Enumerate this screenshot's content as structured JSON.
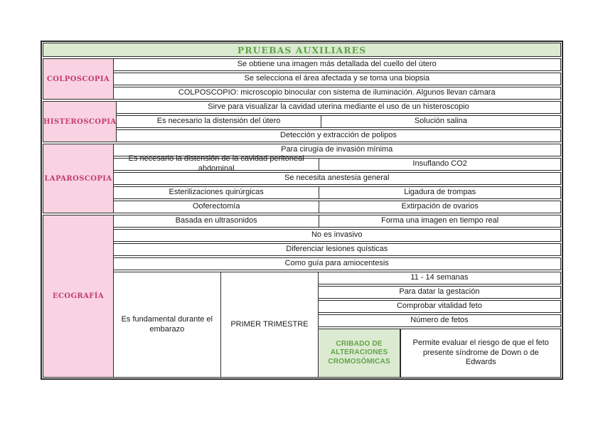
{
  "title": "PRUEBAS AUXILIARES",
  "colors": {
    "header_bg": "#dcead2",
    "header_text": "#5fa546",
    "label_bg": "#f9d3e1",
    "label_text": "#c43c6d",
    "green_cell_bg": "#dcead2",
    "green_cell_text": "#5fa546",
    "border": "#2b2b2b",
    "cell_text": "#1a1a1a",
    "page_bg": "#ffffff"
  },
  "colposcopia": {
    "label": "COLPOSCOPIA",
    "row1": "Se obtiene una imagen más detallada del cuello del útero",
    "row2": "Se selecciona el área afectada y se toma una biopsia",
    "row3": "COLPOSCOPIO: microscopio binocular con sistema de iluminación. Algunos llevan cámara"
  },
  "histeroscopia": {
    "label": "HISTEROSCOPIA",
    "row1": "Sirve para visualizar la cavidad uterina mediante el uso de un histeroscopio",
    "row2_left": "Es necesario la distensión del útero",
    "row2_right": "Solución salina",
    "row3": "Detección y extracción de polipos"
  },
  "laparoscopia": {
    "label": "LAPAROSCOPIA",
    "row1": "Para cirugía de invasión mínima",
    "row2_left": "Es necesario la distensión de la cavidad peritoneal abdominal",
    "row2_right": "Insuflando CO2",
    "row3": "Se necesita anestesia general",
    "row4_left": "Esterilizaciones quirúrgicas",
    "row4_right": "Ligadura de trompas",
    "row5_left": "Ooferectomía",
    "row5_right": "Extirpación de ovarios"
  },
  "ecografia": {
    "label": "ECOGRAFÍA",
    "row1_left": "Basada en ultrasonidos",
    "row1_right": "Forma una imagen en tiempo real",
    "row2": "No es invasivo",
    "row3": "Diferenciar lesiones quísticas",
    "row4": "Como guía para amiocentesis",
    "embarazo": "Es fundamental durante el embarazo",
    "trimestre": "PRIMER TRIMESTRE",
    "semanas": "11 - 14 semanas",
    "datar": "Para datar la gestación",
    "vitalidad": "Comprobar vitalidad feto",
    "fetos": "Número de fetos",
    "cribado": "CRIBADO DE ALTERACIONES CROMOSÓMICAS",
    "permite": "Permite evaluar el riesgo de que el feto presente síndrome de Down o de Edwards"
  }
}
